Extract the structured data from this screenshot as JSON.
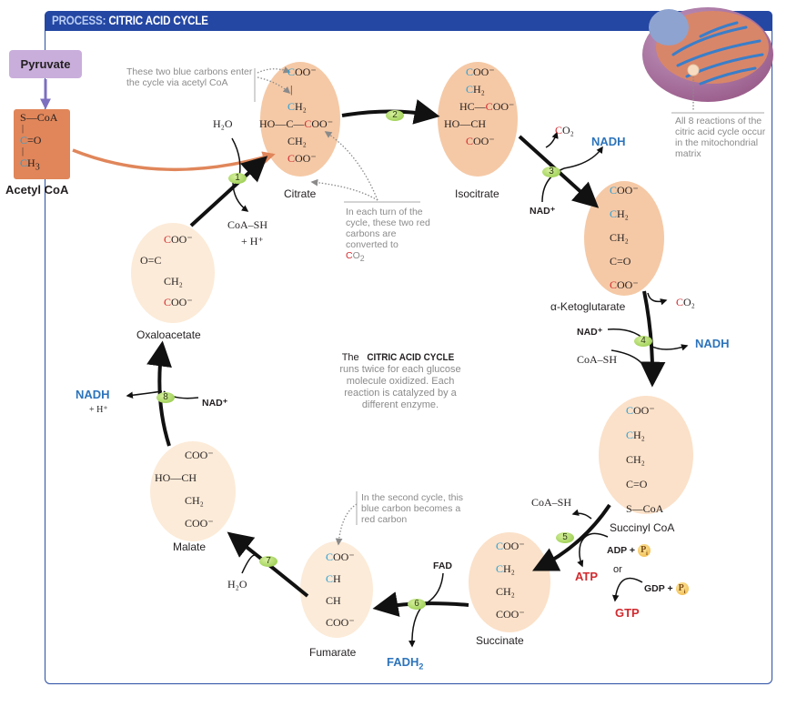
{
  "header": {
    "prefix": "PROCESS:",
    "title": "CITRIC ACID CYCLE"
  },
  "colors": {
    "header_bg": "#2447a3",
    "frame": "#2a4ea3",
    "blue_carbon": "#2a9fd6",
    "red_carbon": "#d12a2f",
    "nadh": "#2d74bb",
    "atp_gtp": "#d12a2f",
    "step_badge": "#8cc63f",
    "molecule_dark": "#f5c9a6",
    "molecule_light": "#fbe6cf",
    "pyruvate_box": "#c9aedb",
    "acetyl_box": "#e0865a"
  },
  "entry": {
    "pyruvate": "Pyruvate",
    "acetyl_coa": "Acetyl CoA",
    "acetyl_structure": {
      "l1": "S",
      "l1b": "—CoA",
      "l2": "C",
      "l2b": "=O",
      "l3": "C",
      "l3b": "H",
      "l3sub": "3"
    }
  },
  "notes": {
    "blue_carbons": "These two blue carbons enter the cycle via acetyl CoA",
    "red_carbons": "In each turn of the cycle, these two red carbons are converted to",
    "red_carbons_co2_c": "C",
    "red_carbons_co2_o": "O",
    "red_carbons_co2_sub": "2",
    "second_cycle": "In the second cycle, this blue carbon becomes a red carbon",
    "mitochondria": "All 8 reactions of the citric acid cycle occur in the mitochondrial matrix"
  },
  "center": {
    "the": "The",
    "title": "CITRIC ACID CYCLE",
    "body": "runs twice for each glucose molecule oxidized. Each reaction is catalyzed by a different enzyme."
  },
  "molecules": {
    "citrate": "Citrate",
    "isocitrate": "Isocitrate",
    "alpha_ketoglutarate": "α-Ketoglutarate",
    "succinyl_coa": "Succinyl CoA",
    "succinate": "Succinate",
    "fumarate": "Fumarate",
    "malate": "Malate",
    "oxaloacetate": "Oxaloacetate"
  },
  "steps": [
    "1",
    "2",
    "3",
    "4",
    "5",
    "6",
    "7",
    "8"
  ],
  "reactants": {
    "h2o_1": "H₂O",
    "coash_1": "CoA–SH",
    "h_plus_1": "+ H⁺",
    "co2_3": "O₂",
    "co2_3_c": "C",
    "nadh_3": "NADH",
    "nad_3": "NAD⁺",
    "co2_4_c": "C",
    "co2_4": "O₂",
    "nad_4": "NAD⁺",
    "nadh_4": "NADH",
    "coash_4": "CoA–SH",
    "coash_5": "CoA–SH",
    "adp_5": "ADP +",
    "pi": "P",
    "pi_sub": "i",
    "atp_5": "ATP",
    "or": "or",
    "gdp_5": "GDP +",
    "gtp_5": "GTP",
    "fad_6": "FAD",
    "fadh2_6": "FADH",
    "fadh2_sub": "2",
    "h2o_7": "H₂O",
    "nadh_8": "NADH",
    "h_plus_8": "+ H⁺",
    "nad_8": "NAD⁺"
  },
  "chem": {
    "coo": "COO⁻",
    "oo": "OO⁻",
    "ch2": "CH₂",
    "h2": "H₂",
    "ch": "CH",
    "h": "H",
    "c": "C",
    "ho_c_coo": "HO—C—",
    "hc_coo": "HC—",
    "ho_ch": "HO—CH",
    "c_eq_o": "C=O",
    "o_eq_c": "O=C",
    "s_coa": "S—CoA",
    "bar": "|",
    "dbl": "‖"
  }
}
